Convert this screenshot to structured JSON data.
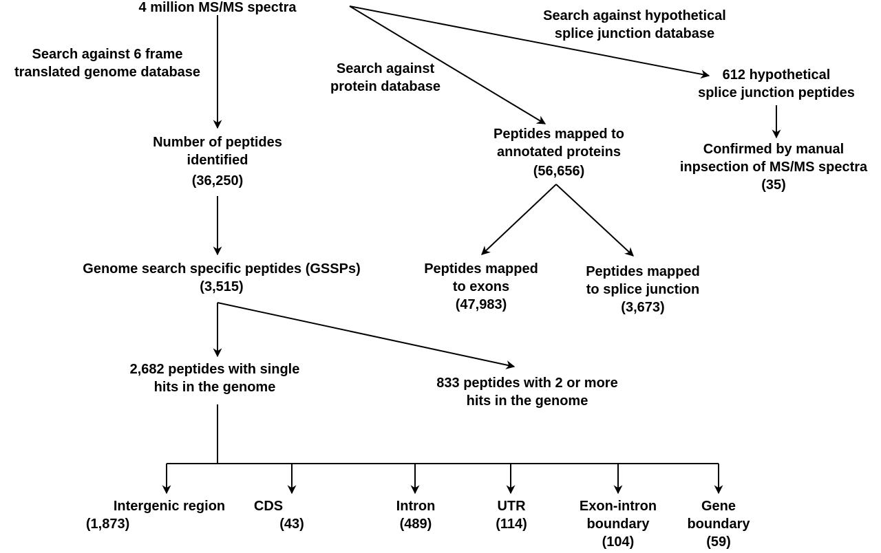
{
  "nodes": {
    "spectra": {
      "lines": [
        "4 million MS/MS spectra"
      ]
    },
    "edge_six_frame": {
      "lines": [
        "Search against 6 frame",
        "translated genome database"
      ]
    },
    "edge_protein_db": {
      "lines": [
        "Search against",
        "protein database"
      ]
    },
    "edge_splice_db": {
      "lines": [
        "Search against hypothetical",
        "splice junction database"
      ]
    },
    "peptides_identified": {
      "lines": [
        "Number of peptides",
        "identified",
        "(36,250)"
      ]
    },
    "annotated_proteins": {
      "lines": [
        "Peptides mapped to",
        "annotated proteins",
        "(56,656)"
      ]
    },
    "hypothetical_splice": {
      "lines": [
        "612 hypothetical",
        "splice junction peptides"
      ]
    },
    "confirmed_manual": {
      "lines": [
        "Confirmed by manual",
        "inpsection of MS/MS spectra",
        "(35)"
      ]
    },
    "gssps": {
      "lines": [
        "Genome search specific peptides (GSSPs)",
        "(3,515)"
      ]
    },
    "mapped_exons": {
      "lines": [
        "Peptides mapped",
        "to exons",
        "(47,983)"
      ]
    },
    "mapped_splice": {
      "lines": [
        "Peptides mapped",
        "to splice junction",
        "(3,673)"
      ]
    },
    "single_hits": {
      "lines": [
        "2,682 peptides with single",
        "hits in the genome"
      ]
    },
    "multi_hits": {
      "lines": [
        "833 peptides with 2 or more",
        "hits in the genome"
      ]
    },
    "intergenic": {
      "lines": [
        "Intergenic region",
        "(1,873)"
      ]
    },
    "cds": {
      "lines": [
        "CDS",
        "(43)"
      ]
    },
    "intron": {
      "lines": [
        "Intron",
        "(489)"
      ]
    },
    "utr": {
      "lines": [
        "UTR",
        "(114)"
      ]
    },
    "exon_intron": {
      "lines": [
        "Exon-intron",
        "boundary",
        "(104)"
      ]
    },
    "gene_boundary": {
      "lines": [
        "Gene",
        "boundary",
        "(59)"
      ]
    }
  },
  "colors": {
    "text": "#000000",
    "line": "#000000",
    "background": "#ffffff"
  }
}
